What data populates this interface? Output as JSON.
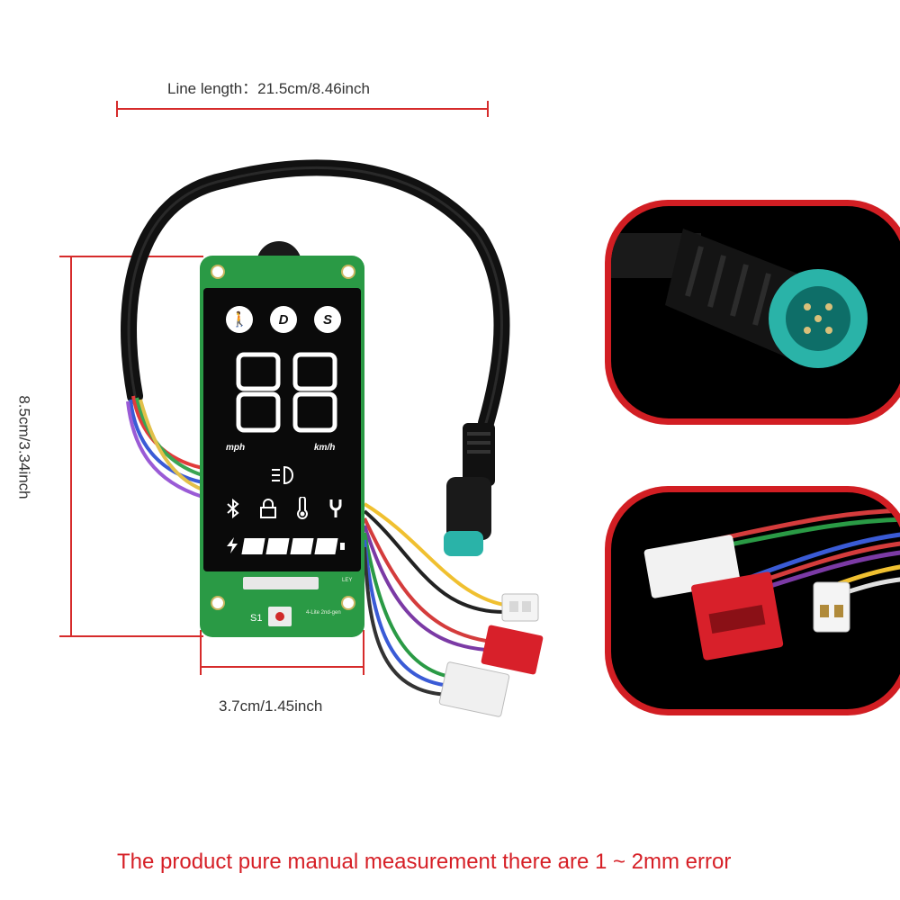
{
  "dimensions": {
    "line_length": "Line length：21.5cm/8.46inch",
    "height": "8.5cm/3.34inch",
    "width": "3.7cm/1.45inch"
  },
  "display": {
    "mode_walk": "🚶",
    "mode_d": "D",
    "mode_s": "S",
    "unit_mph": "mph",
    "unit_kmh": "km/h"
  },
  "board": {
    "button_label": "S1",
    "silkscreen_ley": "LEY",
    "silkscreen_model": "4-Lite 2nd-gen"
  },
  "footer": {
    "note": "The product pure manual measurement there are 1 ~ 2mm error"
  },
  "colors": {
    "accent_red": "#d61f26",
    "pcb_green": "#2a9a45",
    "connector_teal": "#2ab3a8"
  }
}
